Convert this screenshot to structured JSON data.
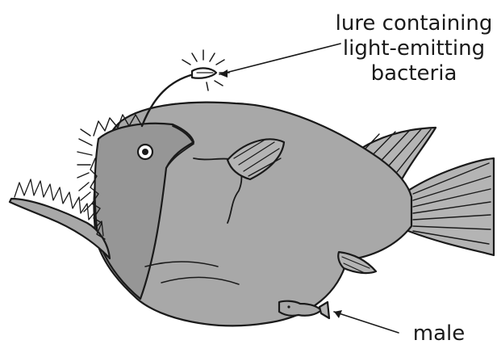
{
  "diagram": {
    "subject": "anglerfish",
    "labels": {
      "lure": [
        "lure containing",
        "light-emitting",
        "bacteria"
      ],
      "male": "male"
    },
    "colors": {
      "body": "#a8a8a8",
      "head_shade": "#969696",
      "fin": "#b4b4b4",
      "outline": "#1a1a1a",
      "background": "#ffffff"
    }
  }
}
